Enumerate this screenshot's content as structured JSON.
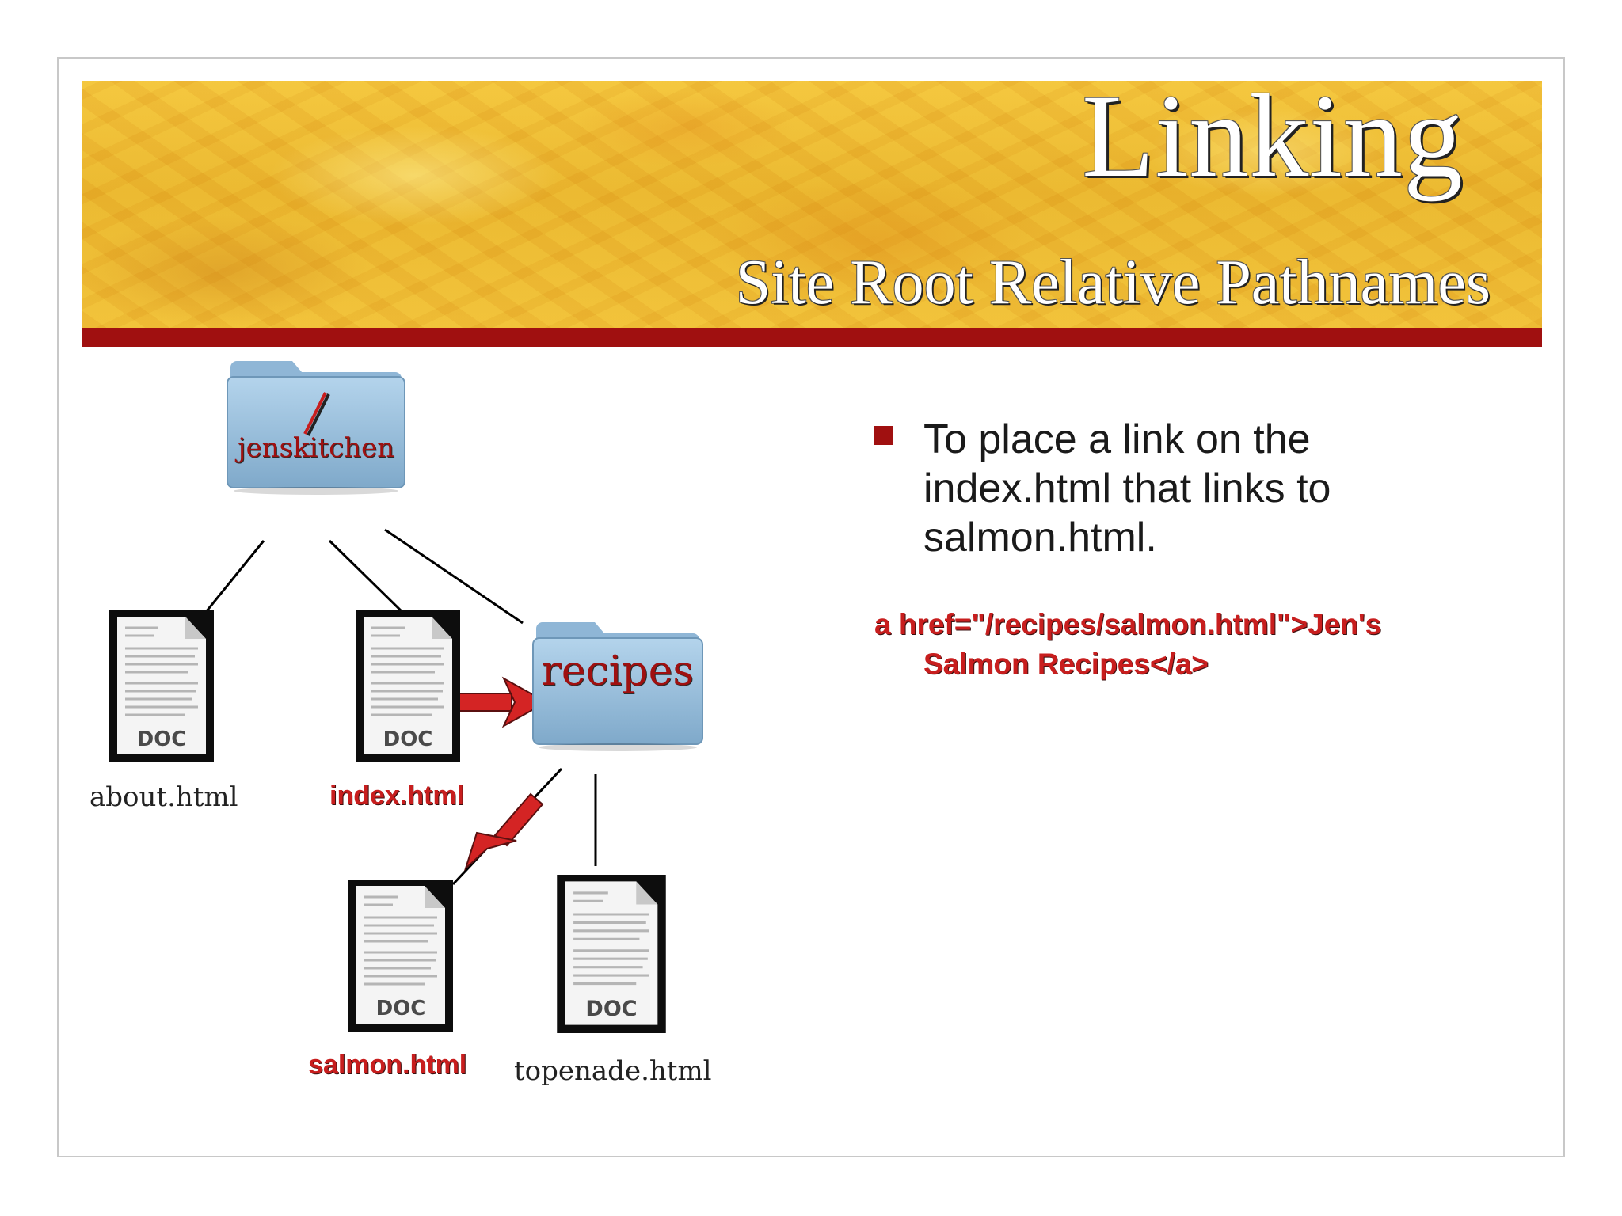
{
  "slide": {
    "title": "Linking",
    "subtitle": "Site Root Relative Pathnames"
  },
  "diagram": {
    "root_folder": {
      "name": "jenskitchen",
      "marker": "/"
    },
    "sub_folder": {
      "name": "recipes"
    },
    "files": {
      "about": "about.html",
      "index": "index.html",
      "salmon": "salmon.html",
      "topenade": "topenade.html"
    },
    "doc_badge": "DOC",
    "highlight_color": "#c81e1e",
    "folder_color": "#9cc3e0"
  },
  "content": {
    "bullet": "To place a link on the index.html that links to salmon.html.",
    "code_line1": "a href=\"/recipes/salmon.html\">Jen's",
    "code_line2": "Salmon Recipes</a>"
  },
  "colors": {
    "banner_bar": "#a01010",
    "bullet_marker": "#a01010",
    "banner_gold": "#f0bf35"
  }
}
